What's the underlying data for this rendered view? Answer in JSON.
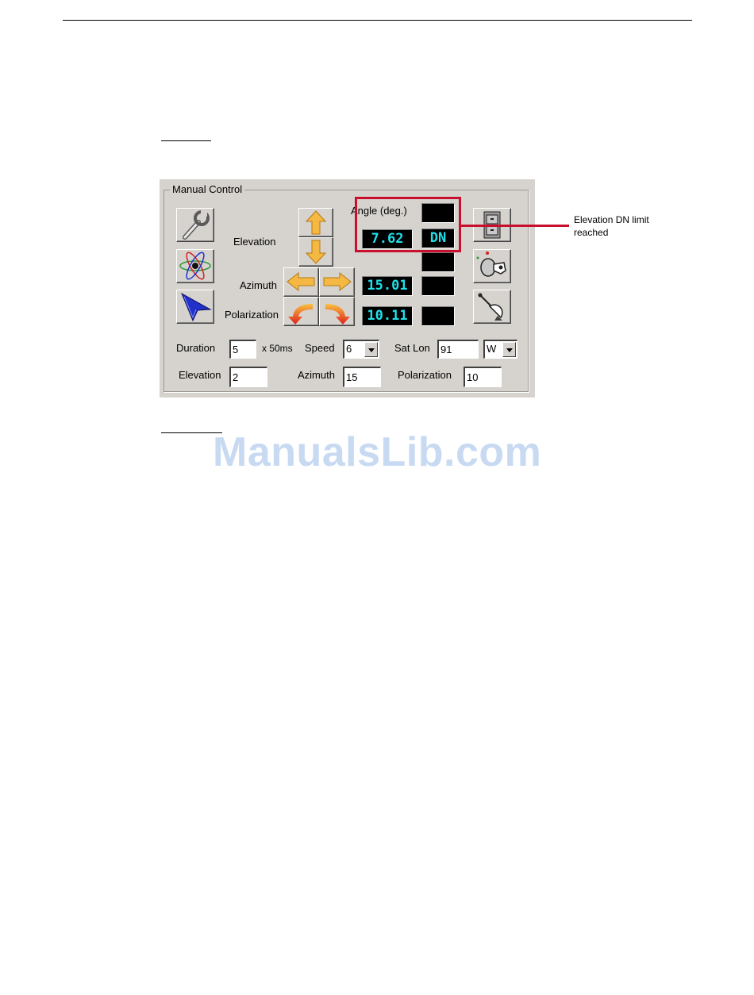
{
  "panel": {
    "group_title": "Manual Control",
    "angle_header": "Angle (deg.)",
    "rows": {
      "elevation_label": "Elevation",
      "azimuth_label": "Azimuth",
      "polarization_label": "Polarization"
    },
    "displays": {
      "elevation_angle": "7.62",
      "elevation_limit": "DN",
      "azimuth_angle": "15.01",
      "polarization_angle": "10.11"
    },
    "settings": {
      "duration_label": "Duration",
      "duration_value": "5",
      "duration_unit": "x 50ms",
      "speed_label": "Speed",
      "speed_value": "6",
      "satlon_label": "Sat Lon",
      "satlon_value": "91",
      "hemisphere_value": "W",
      "elevation_step_label": "Elevation",
      "elevation_step_value": "2",
      "azimuth_step_label": "Azimuth",
      "azimuth_step_value": "15",
      "polarization_step_label": "Polarization",
      "polarization_step_value": "10"
    },
    "icons": {
      "left": [
        "wrench-icon",
        "atom-icon",
        "cursor-arrow-icon"
      ],
      "right": [
        "cabinet-icon",
        "key-icon",
        "satellite-dish-icon"
      ],
      "arrows": [
        "arrow-up-icon",
        "arrow-down-icon",
        "arrow-left-icon",
        "arrow-right-icon",
        "rotate-ccw-icon",
        "rotate-cw-icon"
      ]
    }
  },
  "callout": {
    "text": "Elevation DN limit reached",
    "color": "#c8102e"
  },
  "watermark": "ManualsLib.com",
  "colors": {
    "panel_bg": "#d6d3ce",
    "lcd_text": "#1ee0ea",
    "arrow_fill": "#f5b842"
  }
}
